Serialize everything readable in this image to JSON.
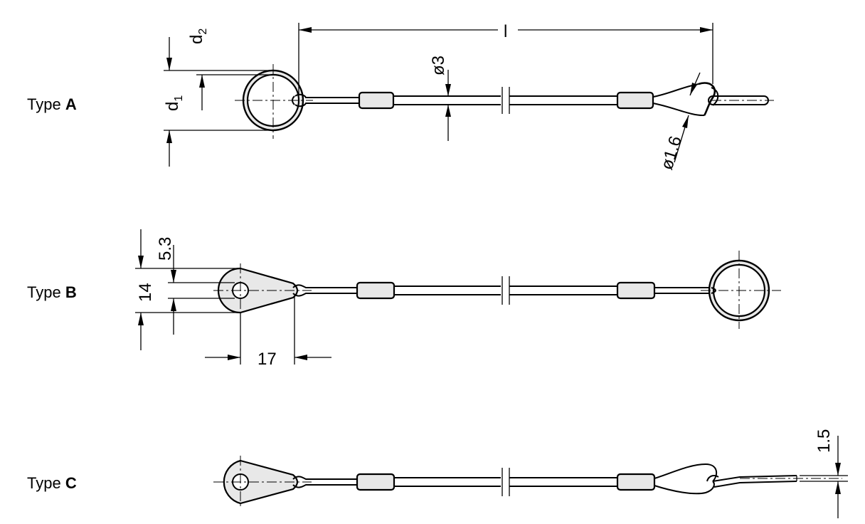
{
  "types": {
    "a": {
      "prefix": "Type ",
      "letter": "A"
    },
    "b": {
      "prefix": "Type ",
      "letter": "B"
    },
    "c": {
      "prefix": "Type ",
      "letter": "C"
    }
  },
  "dims": {
    "length": "l",
    "d2": {
      "base": "d",
      "sub": "2"
    },
    "d1": {
      "base": "d",
      "sub": "1"
    },
    "cable_dia": "ø3",
    "eye_dia": "ø1.6",
    "hole_offset": "5.3",
    "lug_width": "14",
    "lug_length": "17",
    "end_thickness": "1.5"
  }
}
